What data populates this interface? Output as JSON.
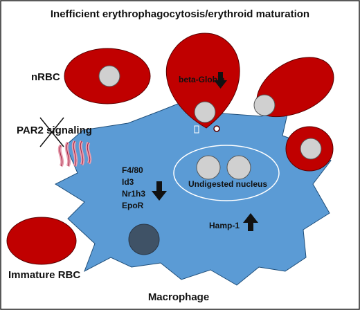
{
  "title": "Inefficient erythrophagocytosis/erythroid maturation",
  "labels": {
    "nrbc": "nRBC",
    "par2": "PAR2 signaling",
    "beta_globin": "beta-Globin",
    "markers": [
      "F4/80",
      "Id3",
      "Nr1h3",
      "EpoR"
    ],
    "undigested": "Undigested nucleus",
    "hamp": "Hamp-1",
    "immature_rbc": "Immature RBC",
    "macrophage": "Macrophage"
  },
  "arrows": {
    "beta_globin": "down",
    "markers": "down",
    "hamp": "up"
  },
  "colors": {
    "rbc_fill": "#c00000",
    "nucleus_fill": "#d0d0d0",
    "macrophage_fill": "#5b9bd5",
    "macrophage_nucleus": "#3f5266",
    "receptor": "#e8a0b0",
    "outline": "#222222"
  }
}
